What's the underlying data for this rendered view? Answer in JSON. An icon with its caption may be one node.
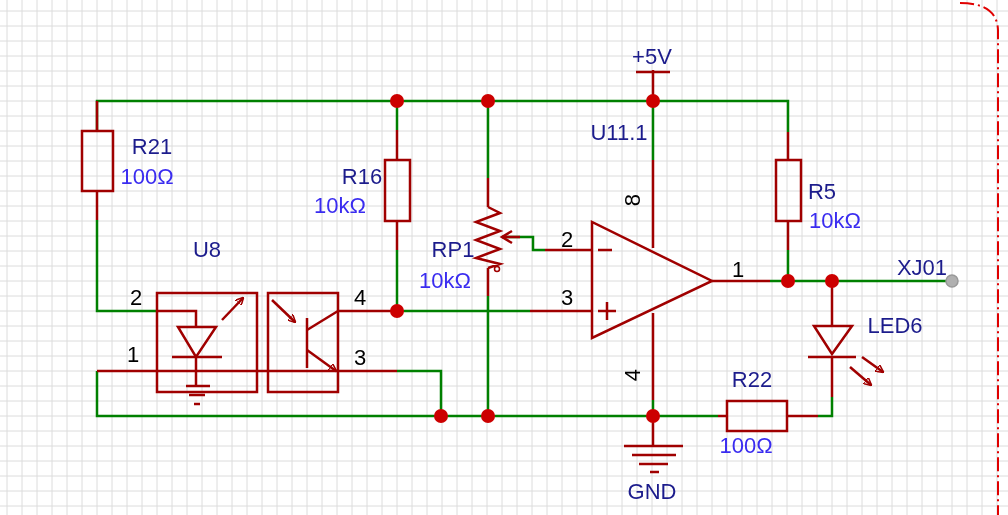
{
  "diagram": {
    "labels": [
      "+5V",
      "U11.1",
      "R21",
      "100Ω",
      "R16",
      "8",
      "10kΩ",
      "R5",
      "10kΩ",
      "2",
      "U8",
      "RP1",
      "1",
      "XJ01",
      "10kΩ",
      "2",
      "4",
      "3",
      "LED6",
      "1",
      "3",
      "4",
      "R22",
      "100Ω",
      "GND"
    ]
  }
}
